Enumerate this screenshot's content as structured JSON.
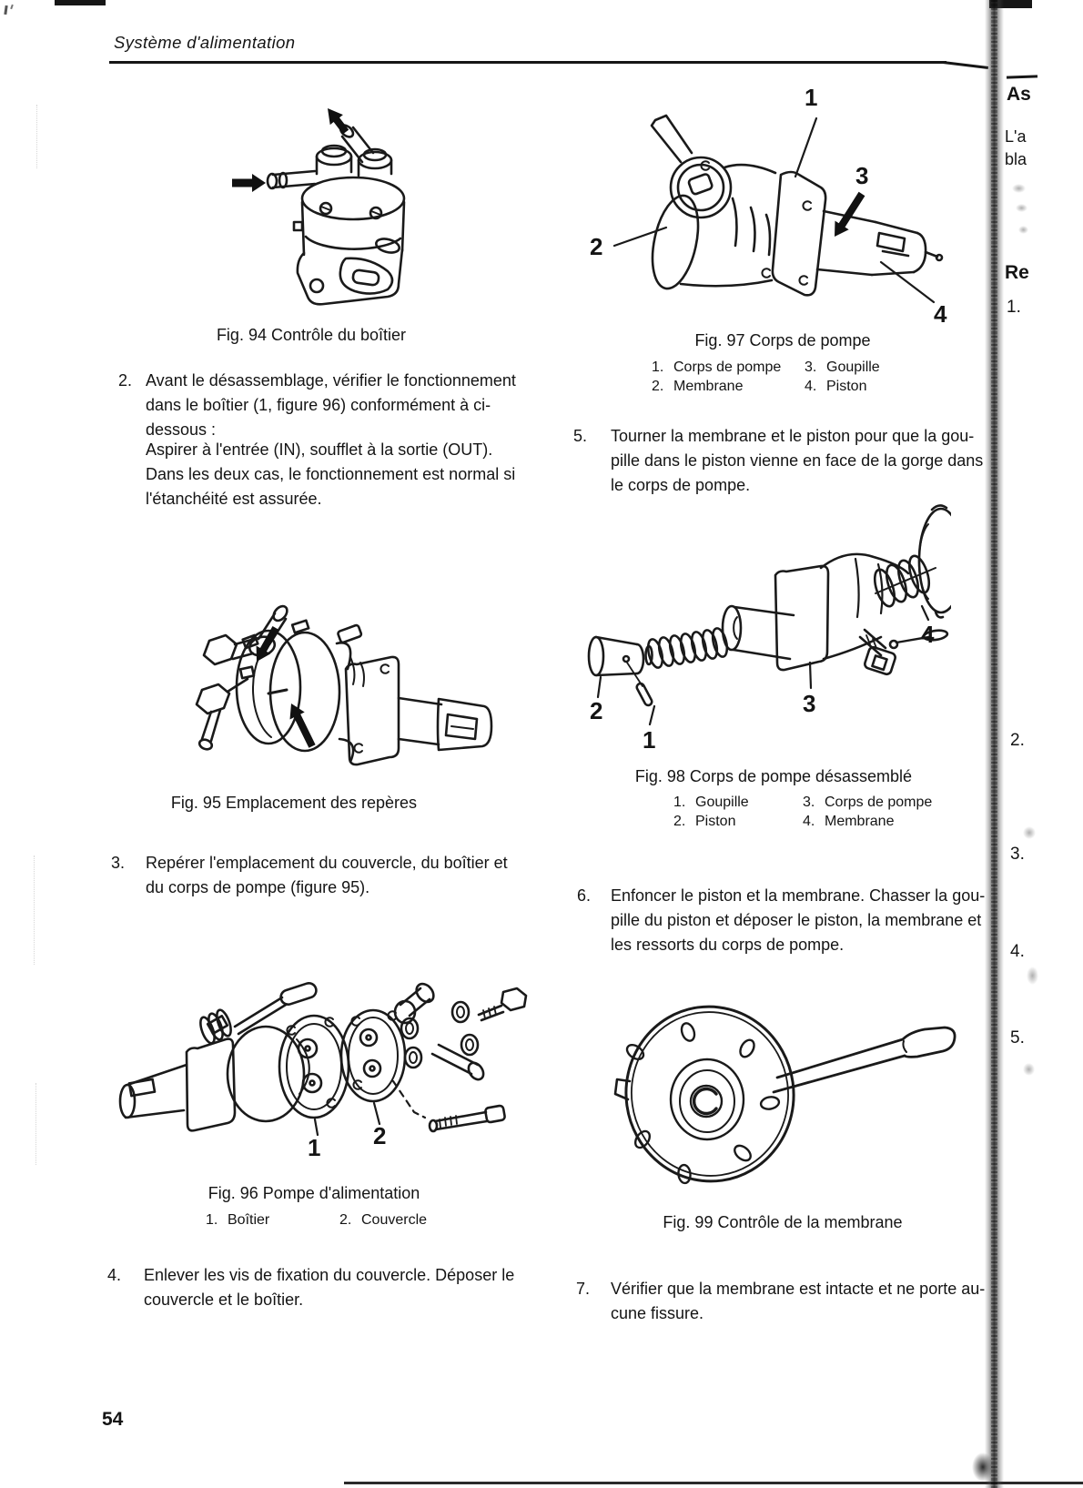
{
  "page": {
    "header": "Système d'alimentation",
    "page_number": "54"
  },
  "figures": {
    "fig94": {
      "caption": "Fig. 94 Contrôle du boîtier"
    },
    "fig95": {
      "caption": "Fig. 95 Emplacement des repères"
    },
    "fig96": {
      "caption": "Fig. 96 Pompe d'alimentation",
      "callout1": "1",
      "callout2": "2",
      "legend": [
        {
          "num": "1.",
          "label": "Boîtier"
        },
        {
          "num": "2.",
          "label": "Couvercle"
        }
      ]
    },
    "fig97": {
      "caption": "Fig. 97 Corps de pompe",
      "callout1": "1",
      "callout2": "2",
      "callout3": "3",
      "callout4": "4",
      "legend": [
        {
          "num": "1.",
          "label": "Corps de pompe"
        },
        {
          "num": "2.",
          "label": "Membrane"
        },
        {
          "num": "3.",
          "label": "Goupille"
        },
        {
          "num": "4.",
          "label": "Piston"
        }
      ]
    },
    "fig98": {
      "caption": "Fig. 98 Corps de pompe désassemblé",
      "callout1": "1",
      "callout2": "2",
      "callout3": "3",
      "callout4": "4",
      "legend": [
        {
          "num": "1.",
          "label": "Goupille"
        },
        {
          "num": "2.",
          "label": "Piston"
        },
        {
          "num": "3.",
          "label": "Corps de pompe"
        },
        {
          "num": "4.",
          "label": "Membrane"
        }
      ]
    },
    "fig99": {
      "caption": "Fig. 99 Contrôle de la membrane"
    }
  },
  "steps": {
    "s2": {
      "num": "2.",
      "text": "Avant le désassemblage, vérifier le fonctionnement\ndans le boîtier (1, figure 96) conformément à ci-\ndessous :",
      "para": "Aspirer à l'entrée (IN), soufflet à la sortie (OUT).\nDans les deux cas, le fonctionnement est normal si\nl'étanchéité est assurée."
    },
    "s3": {
      "num": "3.",
      "text": "Repérer l'emplacement du couvercle, du boîtier et\ndu corps de pompe (figure 95)."
    },
    "s4": {
      "num": "4.",
      "text": "Enlever les vis de fixation du couvercle. Déposer le\ncouvercle et le boîtier."
    },
    "s5": {
      "num": "5.",
      "text": "Tourner la membrane et le piston pour que la gou-\npille dans le piston vienne en face de la gorge dans\nle corps de pompe."
    },
    "s6": {
      "num": "6.",
      "text": "Enfoncer le piston et la membrane. Chasser la gou-\npille du piston et déposer le piston, la membrane et\nles ressorts du corps de pompe."
    },
    "s7": {
      "num": "7.",
      "text": "Vérifier que la membrane est intacte et ne porte au-\ncune fissure."
    }
  },
  "next_page": {
    "heading_top": "As",
    "frag1": "L'a",
    "frag2": "bla",
    "heading_mid": "Re",
    "item1": "1.",
    "item2": "2.",
    "item3": "3.",
    "item4": "4.",
    "item5": "5."
  }
}
